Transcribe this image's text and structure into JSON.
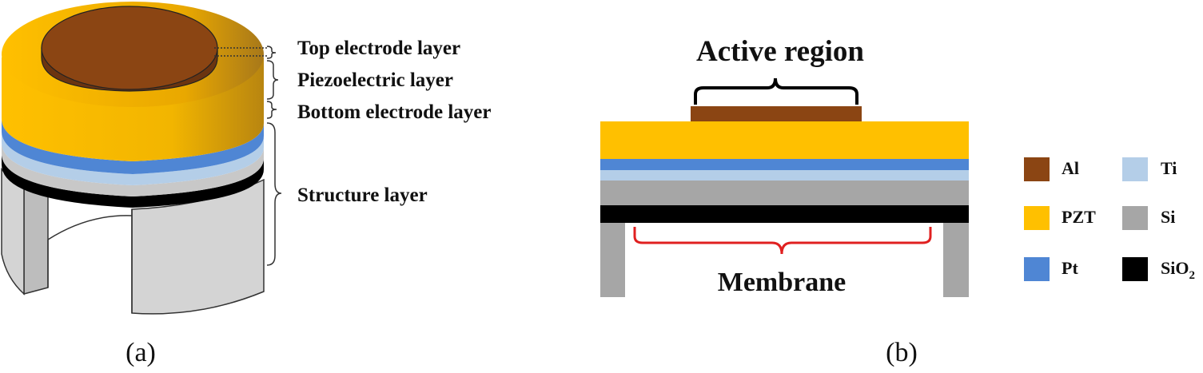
{
  "panel_a": {
    "caption": "(a)",
    "labels": {
      "top_electrode": "Top electrode layer",
      "piezoelectric": "Piezoelectric layer",
      "bottom_electrode": "Bottom electrode layer",
      "structure": "Structure layer"
    }
  },
  "panel_b": {
    "caption": "(b)",
    "active_region": "Active region",
    "membrane": "Membrane"
  },
  "legend": [
    {
      "label": "Al",
      "color": "#8B4513"
    },
    {
      "label": "Ti",
      "color": "#B4CEE8"
    },
    {
      "label": "PZT",
      "color": "#FFC000"
    },
    {
      "label": "Si",
      "color": "#A6A6A6"
    },
    {
      "label": "Pt",
      "color": "#4F86D4"
    },
    {
      "label": "SiO",
      "sub": "2",
      "color": "#000000"
    }
  ],
  "colors": {
    "al": "#8B4513",
    "pzt": "#FFC000",
    "pt": "#4F86D4",
    "ti": "#B4CEE8",
    "si": "#A6A6A6",
    "sio2": "#000000",
    "structure_light": "#D4D4D4",
    "bracket_red": "#E02020"
  }
}
